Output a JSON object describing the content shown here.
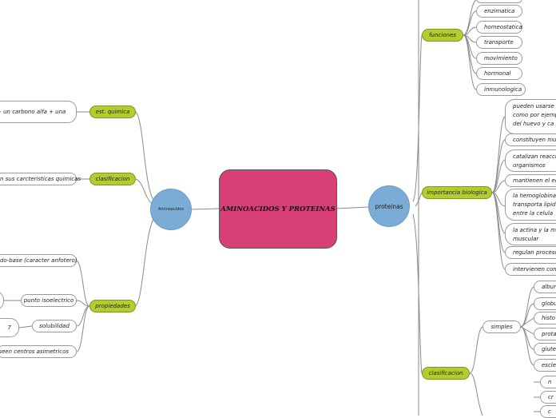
{
  "central": "AMINOACIDOS Y PROTEINAS",
  "aminoacidos": {
    "label": "Aminoacidos",
    "branches": [
      {
        "label": "est. quimica",
        "children": [
          "+ un carbono alfa + una"
        ]
      },
      {
        "label": "clasificacion",
        "children": [
          "n sus carcteristicas quimicas"
        ]
      },
      {
        "label": "propiedades",
        "children": [
          "ido-base (caracter anfotero)",
          "punto isoelectrico",
          "solubilidad",
          "poseen centros asimetricos"
        ],
        "sub": [
          "7"
        ]
      }
    ]
  },
  "proteinas": {
    "label": "proteinas",
    "funciones": {
      "label": "funciones",
      "children": [
        "enzimatica",
        "homeostatica",
        "transporte",
        "movimiento",
        "hormonal",
        "inmunologica"
      ]
    },
    "importancia": {
      "label": "importancia biologica",
      "children": [
        "pueden usarse como por ejemp del huevo y ca",
        "constituyen much",
        "catalizan reacci organismos",
        "mantienen el equi",
        "la hemoglobina transporta lipid entre la celula",
        "la actina y la m muscular",
        "regulan procesos",
        "intervienen como"
      ]
    },
    "clasificacion": {
      "label": "clasificacion",
      "simples": {
        "label": "simples",
        "children": [
          "album",
          "globul",
          "histo",
          "protan",
          "glutel",
          "escler"
        ]
      },
      "more": [
        "n",
        "cr",
        "c"
      ]
    }
  }
}
